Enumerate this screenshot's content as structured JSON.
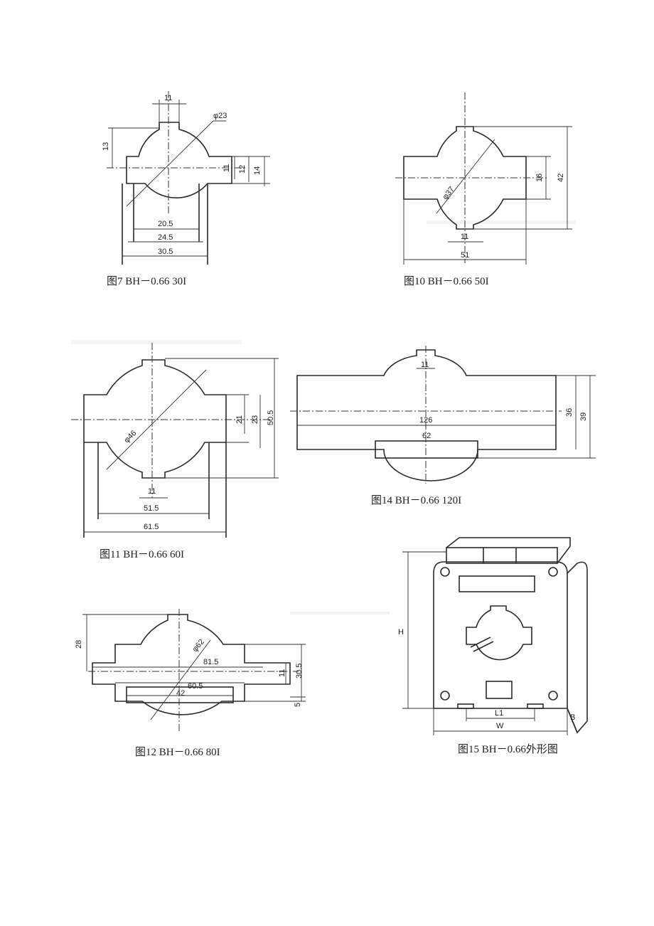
{
  "figures": {
    "fig7": {
      "caption": "图7 BH－0.66 30I",
      "dims": {
        "top": "11",
        "dia": "φ23",
        "left": "13",
        "r1": "11",
        "r2": "12",
        "r3": "14",
        "b1": "20.5",
        "b2": "24.5",
        "b3": "30.5"
      }
    },
    "fig10": {
      "caption": "图10 BH－0.66 50I",
      "dims": {
        "dia": "φ37",
        "r1": "16",
        "r2": "42",
        "slot": "11",
        "width": "51"
      }
    },
    "fig11": {
      "caption": "图11 BH－0.66 60I",
      "dims": {
        "dia": "φ46",
        "r1": "21",
        "r2": "23",
        "r3": "50.5",
        "slot": "11",
        "b1": "51.5",
        "b2": "61.5"
      }
    },
    "fig14": {
      "caption": "图14 BH－0.66 120I",
      "dims": {
        "slot": "11",
        "length": "126",
        "inner": "62",
        "r1": "36",
        "r2": "39"
      }
    },
    "fig12": {
      "caption": "图12 BH－0.66 80I",
      "dims": {
        "left": "28",
        "dia": "φ62",
        "d1": "81.5",
        "d2": "60.5",
        "d3": "42",
        "r1": "11",
        "r2": "30.5",
        "r3": "5"
      }
    },
    "fig15": {
      "caption": "图15 BH－0.66外形图",
      "dims": {
        "h": "H",
        "l1": "L1",
        "w": "W",
        "b": "B"
      }
    }
  }
}
